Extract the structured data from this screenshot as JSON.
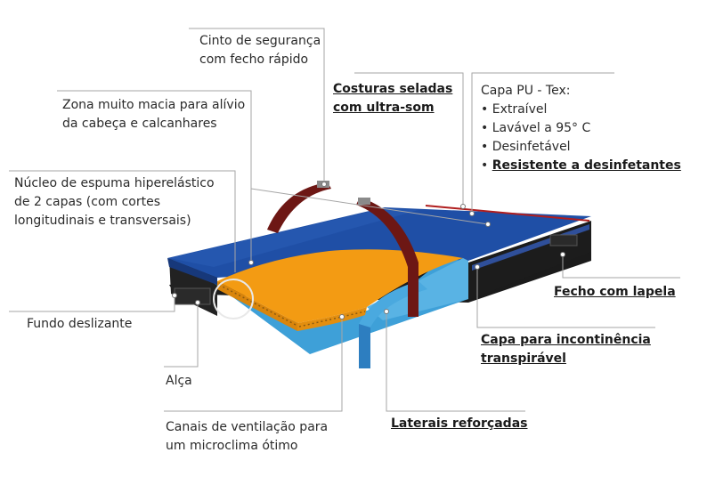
{
  "labels": {
    "seatbelt": [
      "Cinto de segurança",
      "com fecho rápido"
    ],
    "soft_zone": [
      "Zona muito macia para alívio",
      "da cabeça e calcanhares"
    ],
    "core": [
      "Núcleo de espuma hiperelástico",
      "de 2 capas (com cortes",
      "longitudinais e transversais)"
    ],
    "seams": [
      "Costuras seladas",
      "com ultra-som"
    ],
    "cover_title": "Capa PU - Tex:",
    "cover_bullets": [
      "Extraível",
      "Lavável a 95° C",
      "Desinfetável"
    ],
    "cover_bullet_strong": "Resistente a desinfetantes",
    "zipper": "Fecho com lapela",
    "incontinence": [
      "Capa para incontinência",
      "transpirável"
    ],
    "sides": "Laterais reforçadas",
    "non_slip": "Fundo deslizante",
    "handle": "Alça",
    "channels": [
      "Canais de ventilação para",
      "um microclima ótimo"
    ]
  },
  "colors": {
    "cover_top": "#1e4fa5",
    "cover_side": "#17387a",
    "base_black": "#1a1a1a",
    "foam": "#f39b13",
    "foam_edge": "#d98a0c",
    "incontinence_cover": "#3ea0d8",
    "belt": "#6d1714",
    "leader_line": "#a6a6a6"
  }
}
